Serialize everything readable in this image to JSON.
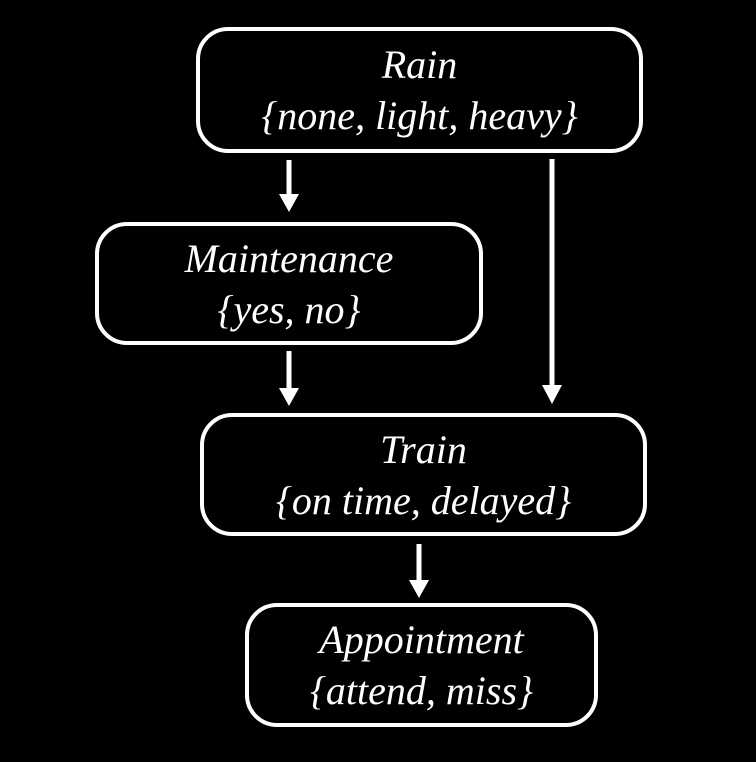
{
  "diagram": {
    "type": "bayesian-network",
    "background_color": "#000000",
    "node_border_color": "#ffffff",
    "text_color": "#ffffff",
    "arrow_color": "#ffffff",
    "nodes": [
      {
        "id": "rain",
        "label": "Rain",
        "states": "{none, light, heavy}"
      },
      {
        "id": "maintenance",
        "label": "Maintenance",
        "states": "{yes, no}"
      },
      {
        "id": "train",
        "label": "Train",
        "states": "{on time, delayed}"
      },
      {
        "id": "appointment",
        "label": "Appointment",
        "states": "{attend, miss}"
      }
    ],
    "edges": [
      {
        "from": "rain",
        "to": "maintenance"
      },
      {
        "from": "rain",
        "to": "train"
      },
      {
        "from": "maintenance",
        "to": "train"
      },
      {
        "from": "train",
        "to": "appointment"
      }
    ]
  }
}
